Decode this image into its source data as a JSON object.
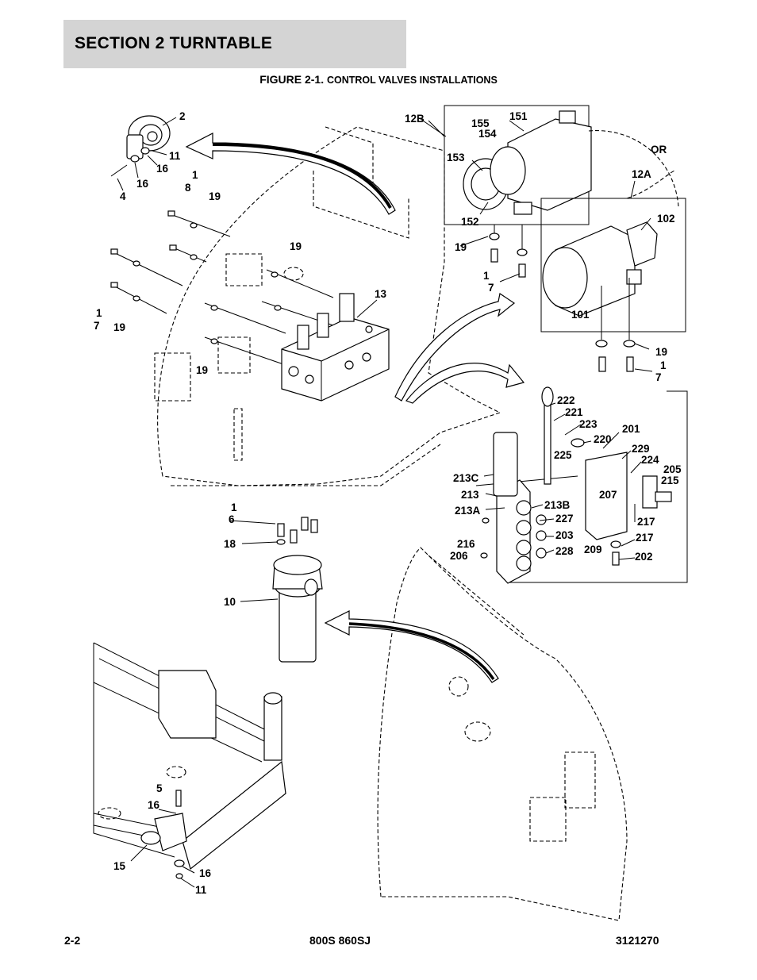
{
  "header": {
    "section_title": "SECTION 2   TURNTABLE",
    "figure_prefix": "FIGURE 2-1.",
    "figure_title": "CONTROL VALVES INSTALLATIONS"
  },
  "callouts": [
    "2",
    "11",
    "16",
    "16",
    "4",
    "1",
    "8",
    "19",
    "19",
    "19",
    "13",
    "1",
    "7",
    "19",
    "19",
    "12B",
    "155",
    "151",
    "154",
    "153",
    "152",
    "OR",
    "12A",
    "102",
    "101",
    "19",
    "1",
    "7",
    "19",
    "1",
    "7",
    "222",
    "221",
    "223",
    "225",
    "220",
    "201",
    "229",
    "224",
    "205",
    "215",
    "213C",
    "213",
    "213A",
    "213B",
    "207",
    "227",
    "203",
    "217",
    "217",
    "216",
    "206",
    "228",
    "209",
    "202",
    "1",
    "6",
    "18",
    "10",
    "5",
    "16",
    "15",
    "16",
    "11"
  ],
  "footer": {
    "page_number": "2-2",
    "model": "800S 860SJ",
    "doc_number": "3121270"
  }
}
